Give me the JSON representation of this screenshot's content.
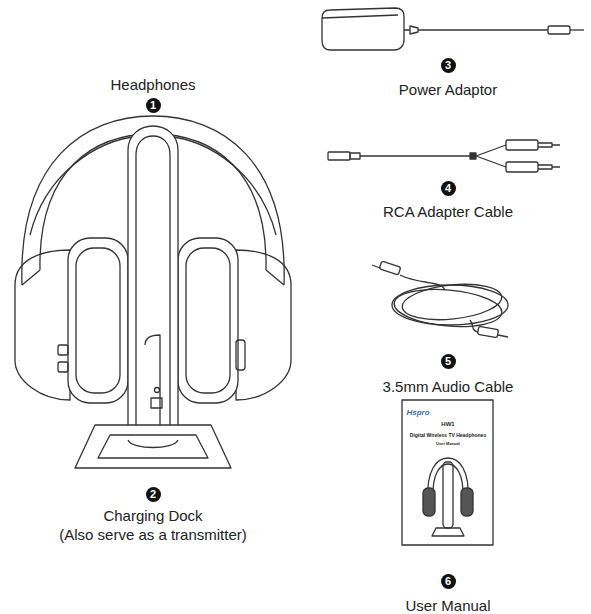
{
  "diagram": {
    "labels": [
      "Headphones",
      "1",
      "3",
      "Power Adaptor",
      "4",
      "RCA Adapter Cable",
      "5",
      "3.5mm Audio Cable",
      "2",
      "Charging Dock",
      "(Also serve as a transmitter)",
      "Hspro",
      "HW1",
      "Digital Wireless TV Headphones",
      "User Manual",
      "6",
      "User Manual"
    ]
  }
}
